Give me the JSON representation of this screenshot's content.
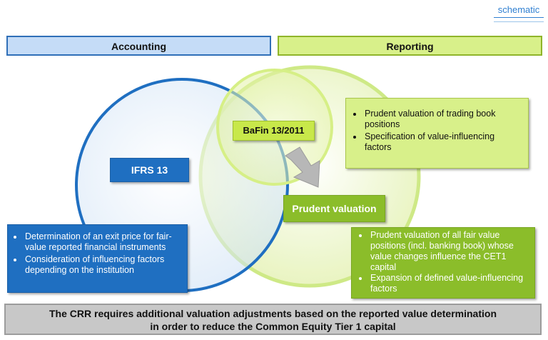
{
  "tag": "schematic",
  "headers": {
    "accounting": "Accounting",
    "reporting": "Reporting"
  },
  "labels": {
    "ifrs": "IFRS 13",
    "bafin": "BaFin 13/2011",
    "prudent": "Prudent valuation"
  },
  "accounting_box": {
    "items": [
      "Determination of an exit price for fair-value reported financial instruments",
      "Consideration of influencing factors depending on the institution"
    ]
  },
  "reporting_top_box": {
    "items": [
      "Prudent valuation of trading book positions",
      "Specification of value-influencing factors"
    ]
  },
  "reporting_bottom_box": {
    "items": [
      "Prudent valuation of all fair value positions (incl. banking book) whose value changes influence the CET1 capital",
      "Expansion of defined value-influencing factors"
    ]
  },
  "conclusion": {
    "line1": "The CRR requires additional valuation adjustments based on the reported value determination",
    "line2": "in order to reduce the Common Equity Tier 1 capital"
  },
  "colors": {
    "accounting_fill": "#c5dcf7",
    "accounting_stroke": "#2f6fb8",
    "reporting_fill": "#d8f08a",
    "reporting_stroke": "#8fb52a",
    "dark_blue": "#1f6fc1",
    "dark_green": "#8bbd2a",
    "conclusion": "#c8c8c8"
  }
}
